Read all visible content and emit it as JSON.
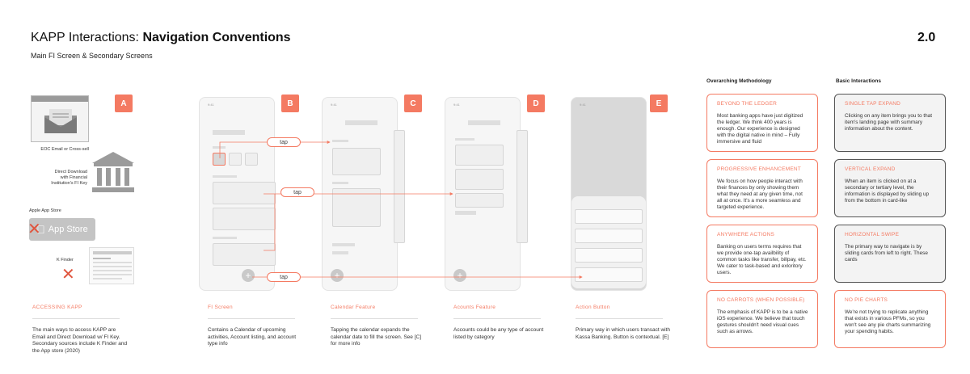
{
  "header": {
    "title_prefix": "KAPP Interactions: ",
    "title_bold": "Navigation Conventions",
    "subtitle": "Main FI Screen & Secondary Screens",
    "version": "2.0"
  },
  "badges": [
    "A",
    "B",
    "C",
    "D",
    "E"
  ],
  "phone_time": "9:41",
  "tap_label": "tap",
  "plus_glyph": "+",
  "access_column": {
    "eoc_label": "EOC Email or Cross-sell",
    "direct_label_line1": "Direct Download",
    "direct_label_line2": "with Financial",
    "direct_label_line3": "Institution's FI Key",
    "apple_label": "Apple App Store",
    "appstore_button": "App Store",
    "kfinder_label": "K Finder"
  },
  "columns": [
    {
      "title": "ACCESSING KAPP",
      "text": "The main ways to access KAPP are Email and Direct Download w/ FI Key. Secondary sources include K Finder and the App store (2020)"
    },
    {
      "title": "FI Screen",
      "text": "Contains a Calendar of upcoming activities, Account listing, and account type info"
    },
    {
      "title": "Calendar Feature",
      "text": "Tapping the calendar expands the calendar date to fill the screen. See [C] for more info"
    },
    {
      "title": "Acounts Feature",
      "text": "Accounts could be any type of account listed by category"
    },
    {
      "title": "Action Button",
      "text": "Primary way in which users transact with Kassa Banking. Button is contextual. [E]"
    }
  ],
  "methodology": {
    "heading": "Overarching Methodology",
    "cards": [
      {
        "title": "BEYOND THE LEDGER",
        "text": "Most banking apps have just digitized the ledger. We think 400 years is enough. Our experience is designed with the digital native in mind – Fully immersive and fluid"
      },
      {
        "title": "PROGRESSIVE ENHANCEMENT",
        "text": "We focus on how people interact with their finances by only showing them what they need at any given time, not all at once. It's a more seamless and targeted experience."
      },
      {
        "title": "ANYWHERE ACTIONS",
        "text": "Banking on users terms requires that we provide one-tap availbility of common tasks like transfer, billpay, etc. We cater to task-based and exloritory users."
      },
      {
        "title": "NO CARROTS (WHEN POSSIBLE)",
        "text": "The emphasis of KAPP is to be a native iOS experience. We believe that touch gestures shouldn't need visual cues such as arrows."
      }
    ]
  },
  "basic": {
    "heading": "Basic Interactions",
    "cards": [
      {
        "title": "SINGLE TAP EXPAND",
        "text": "Clicking on any item brings you to that item's landing page with summary information about the content."
      },
      {
        "title": "VERTICAL EXPAND",
        "text": "When an item is clicked on at a secondary or tertiary level, the information is displayed by sliding up from the bottom in card-like"
      },
      {
        "title": "HORIZONTAL SWIPE",
        "text": "The primary way to navigate is by sliding cards from left to right. These cards"
      },
      {
        "title": "NO PIE CHARTS",
        "text": "We're not trying to replicate anything that exists in various PFMs, so you won't see any pie charts summarizing your spending habits."
      }
    ]
  },
  "colors": {
    "accent": "#f47a62",
    "dark_border": "#555555",
    "grey": "#dedede"
  }
}
